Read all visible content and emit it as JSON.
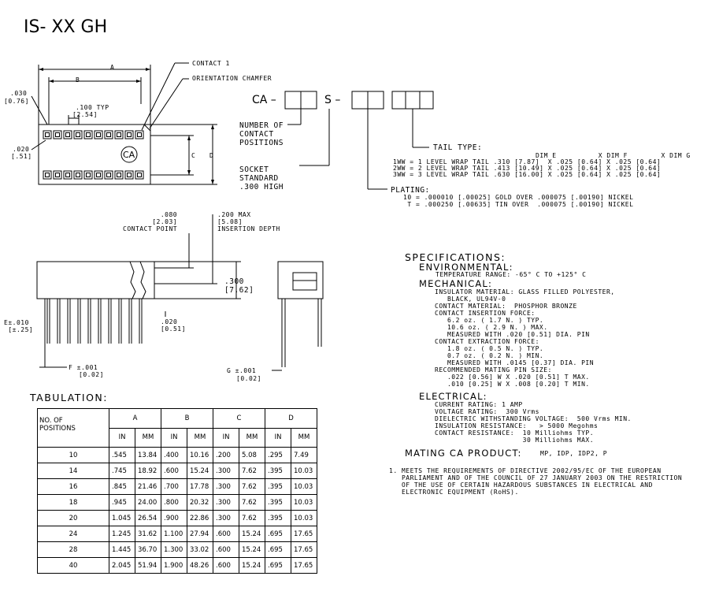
{
  "title": "IS- XX GH",
  "top_view": {
    "dim_a": "A",
    "dim_b": "B",
    "dim_c": "C",
    "dim_d": "D",
    "pitch": ".100 TYP",
    "pitch_mm": "[2.54]",
    "dim_030": ".030",
    "dim_030_mm": "[0.76]",
    "dim_020": ".020",
    "dim_020_mm": "[.51]",
    "contact1": "CONTACT 1",
    "chamfer": "ORIENTATION CHAMFER",
    "logo": "CA"
  },
  "part_number": {
    "prefix": "CA –",
    "mid": "S –",
    "positions_label": "NUMBER OF\nCONTACT\nPOSITIONS",
    "socket_label": "SOCKET\nSTANDARD\n.300 HIGH",
    "tail_type_label": "TAIL TYPE:",
    "tail_header": "DIM E          X DIM F        X DIM G",
    "tail_rows": [
      "1WW = 1 LEVEL WRAP TAIL .310 [7.87]  X .025 [0.64] X .025 [0.64]",
      "2WW = 2 LEVEL WRAP TAIL .413 [10.49] X .025 [0.64] X .025 [0.64]",
      "3WW = 3 LEVEL WRAP TAIL .630 [16.00] X .025 [0.64] X .025 [0.64]"
    ],
    "plating_label": "PLATING:",
    "plating_rows": [
      "10 = .000010 [.00025] GOLD OVER .000075 [.00190] NICKEL",
      " T = .000250 [.00635] TIN OVER  .000075 [.00190] NICKEL"
    ]
  },
  "side_view": {
    "contact_point": ".080\n[2.03]\nCONTACT POINT",
    "insertion_depth": ".200 MAX\n[5.08]\nINSERTION DEPTH",
    "height": ".300\n[7.62]",
    "dim_e": "E±.010\n [±.25]",
    "dim_020": ".020\n[0.51]",
    "dim_f": "F ±.001",
    "dim_f_mm": "[0.02]",
    "dim_g": "G ±.001",
    "dim_g_mm": "[0.02]"
  },
  "specifications": {
    "title": "SPECIFICATIONS:",
    "environmental": "ENVIRONMENTAL:",
    "temp": "TEMPERATURE RANGE: -65° C TO +125° C",
    "mechanical": "MECHANICAL:",
    "mech_lines": [
      "INSULATOR MATERIAL: GLASS FILLED POLYESTER,",
      "   BLACK, UL94V-0",
      "CONTACT MATERIAL:  PHOSPHOR BRONZE",
      "CONTACT INSERTION FORCE:",
      "   6.2 oz. ( 1.7 N. ) TYP.",
      "   10.6 oz. ( 2.9 N. ) MAX.",
      "   MEASURED WITH .020 [0.51] DIA. PIN",
      "CONTACT EXTRACTION FORCE:",
      "   1.8 oz. ( 0.5 N. ) TYP.",
      "   0.7 oz. ( 0.2 N. ) MIN.",
      "   MEASURED WITH .0145 [0.37] DIA. PIN",
      "RECOMMENDED MATING PIN SIZE:",
      "   .022 [0.56] W X .020 [0.51] T MAX.",
      "   .010 [0.25] W X .008 [0.20] T MIN."
    ],
    "electrical": "ELECTRICAL:",
    "elec_lines": [
      "CURRENT RATING: 1 AMP",
      "VOLTAGE RATING:  300 Vrms",
      "DIELECTRIC WITHSTANDING VOLTAGE:  500 Vrms MIN.",
      "INSULATION RESISTANCE:   > 5000 Megohms",
      "CONTACT RESISTANCE:  10 Milliohms TYP.",
      "                     30 Milliohms MAX."
    ],
    "mating_label": "MATING CA PRODUCT:",
    "mating_value": "MP, IDP, IDP2, P"
  },
  "note": "1. MEETS THE REQUIREMENTS OF DIRECTIVE 2002/95/EC OF THE EUROPEAN\n   PARLIAMENT AND OF THE COUNCIL OF 27 JANUARY 2003 ON THE RESTRICTION\n   OF THE USE OF CERTAIN HAZARDOUS SUBSTANCES IN ELECTRICAL AND\n   ELECTRONIC EQUIPMENT (RoHS).",
  "tabulation": {
    "title": "TABULATION:",
    "positions_header": "NO. OF\nPOSITIONS",
    "groups": [
      "A",
      "B",
      "C",
      "D"
    ],
    "unit_in": "IN",
    "unit_mm": "MM",
    "rows": [
      [
        "10",
        ".545",
        "13.84",
        ".400",
        "10.16",
        ".200",
        "5.08",
        ".295",
        "7.49"
      ],
      [
        "14",
        ".745",
        "18.92",
        ".600",
        "15.24",
        ".300",
        "7.62",
        ".395",
        "10.03"
      ],
      [
        "16",
        ".845",
        "21.46",
        ".700",
        "17.78",
        ".300",
        "7.62",
        ".395",
        "10.03"
      ],
      [
        "18",
        ".945",
        "24.00",
        ".800",
        "20.32",
        ".300",
        "7.62",
        ".395",
        "10.03"
      ],
      [
        "20",
        "1.045",
        "26.54",
        ".900",
        "22.86",
        ".300",
        "7.62",
        ".395",
        "10.03"
      ],
      [
        "24",
        "1.245",
        "31.62",
        "1.100",
        "27.94",
        ".600",
        "15.24",
        ".695",
        "17.65"
      ],
      [
        "28",
        "1.445",
        "36.70",
        "1.300",
        "33.02",
        ".600",
        "15.24",
        ".695",
        "17.65"
      ],
      [
        "40",
        "2.045",
        "51.94",
        "1.900",
        "48.26",
        ".600",
        "15.24",
        ".695",
        "17.65"
      ]
    ]
  }
}
